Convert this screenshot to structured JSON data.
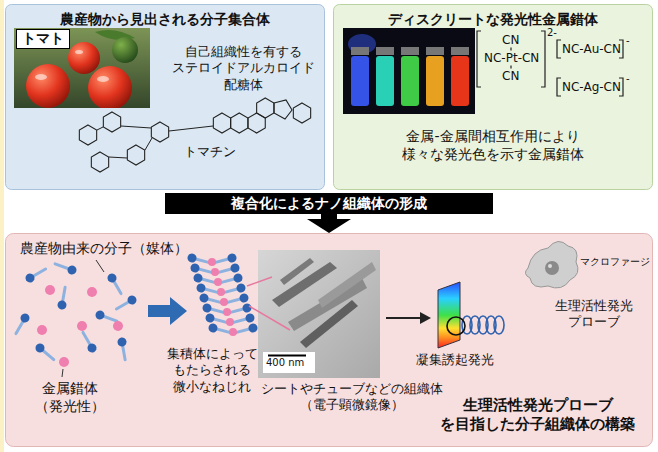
{
  "diagram": {
    "nodes": [
      {
        "text": [
          "農産物から見出される分子集合体",
          "自己組織性を有する ステロイドアルカロイド 配糖体",
          "トマチン"
        ]
      },
      {
        "text": [
          "トマト"
        ],
        "in": 0
      },
      {
        "text": [
          "ディスクリートな発光性金属錯体",
          "金属-金属間相互作用により 様々な発光色を示す金属錯体"
        ]
      },
      {
        "text": [
          "複合化によるナノ組織体の形成"
        ]
      },
      {
        "text": [
          "生理活性発光プローブ を目指した分子組織体の構築"
        ]
      }
    ],
    "edges": [
      {
        "from": 3,
        "to": 4,
        "arrow": "to"
      }
    ],
    "labels": [
      "CN",
      "NC-Pt-CN",
      "CN",
      "2-",
      "NC-Au-CN",
      "-",
      "NC-Ag-CN",
      "-",
      "農産物由来の分子（媒体）",
      "金属錯体 （発光性）",
      "集積体によって もたらされる 微小なねじれ",
      "400 nm",
      "シートやチューブなどの組織体 （電子顕微鏡像）",
      "凝集誘起発光",
      "マクロファージ",
      "生理活性発光 プローブ"
    ]
  }
}
